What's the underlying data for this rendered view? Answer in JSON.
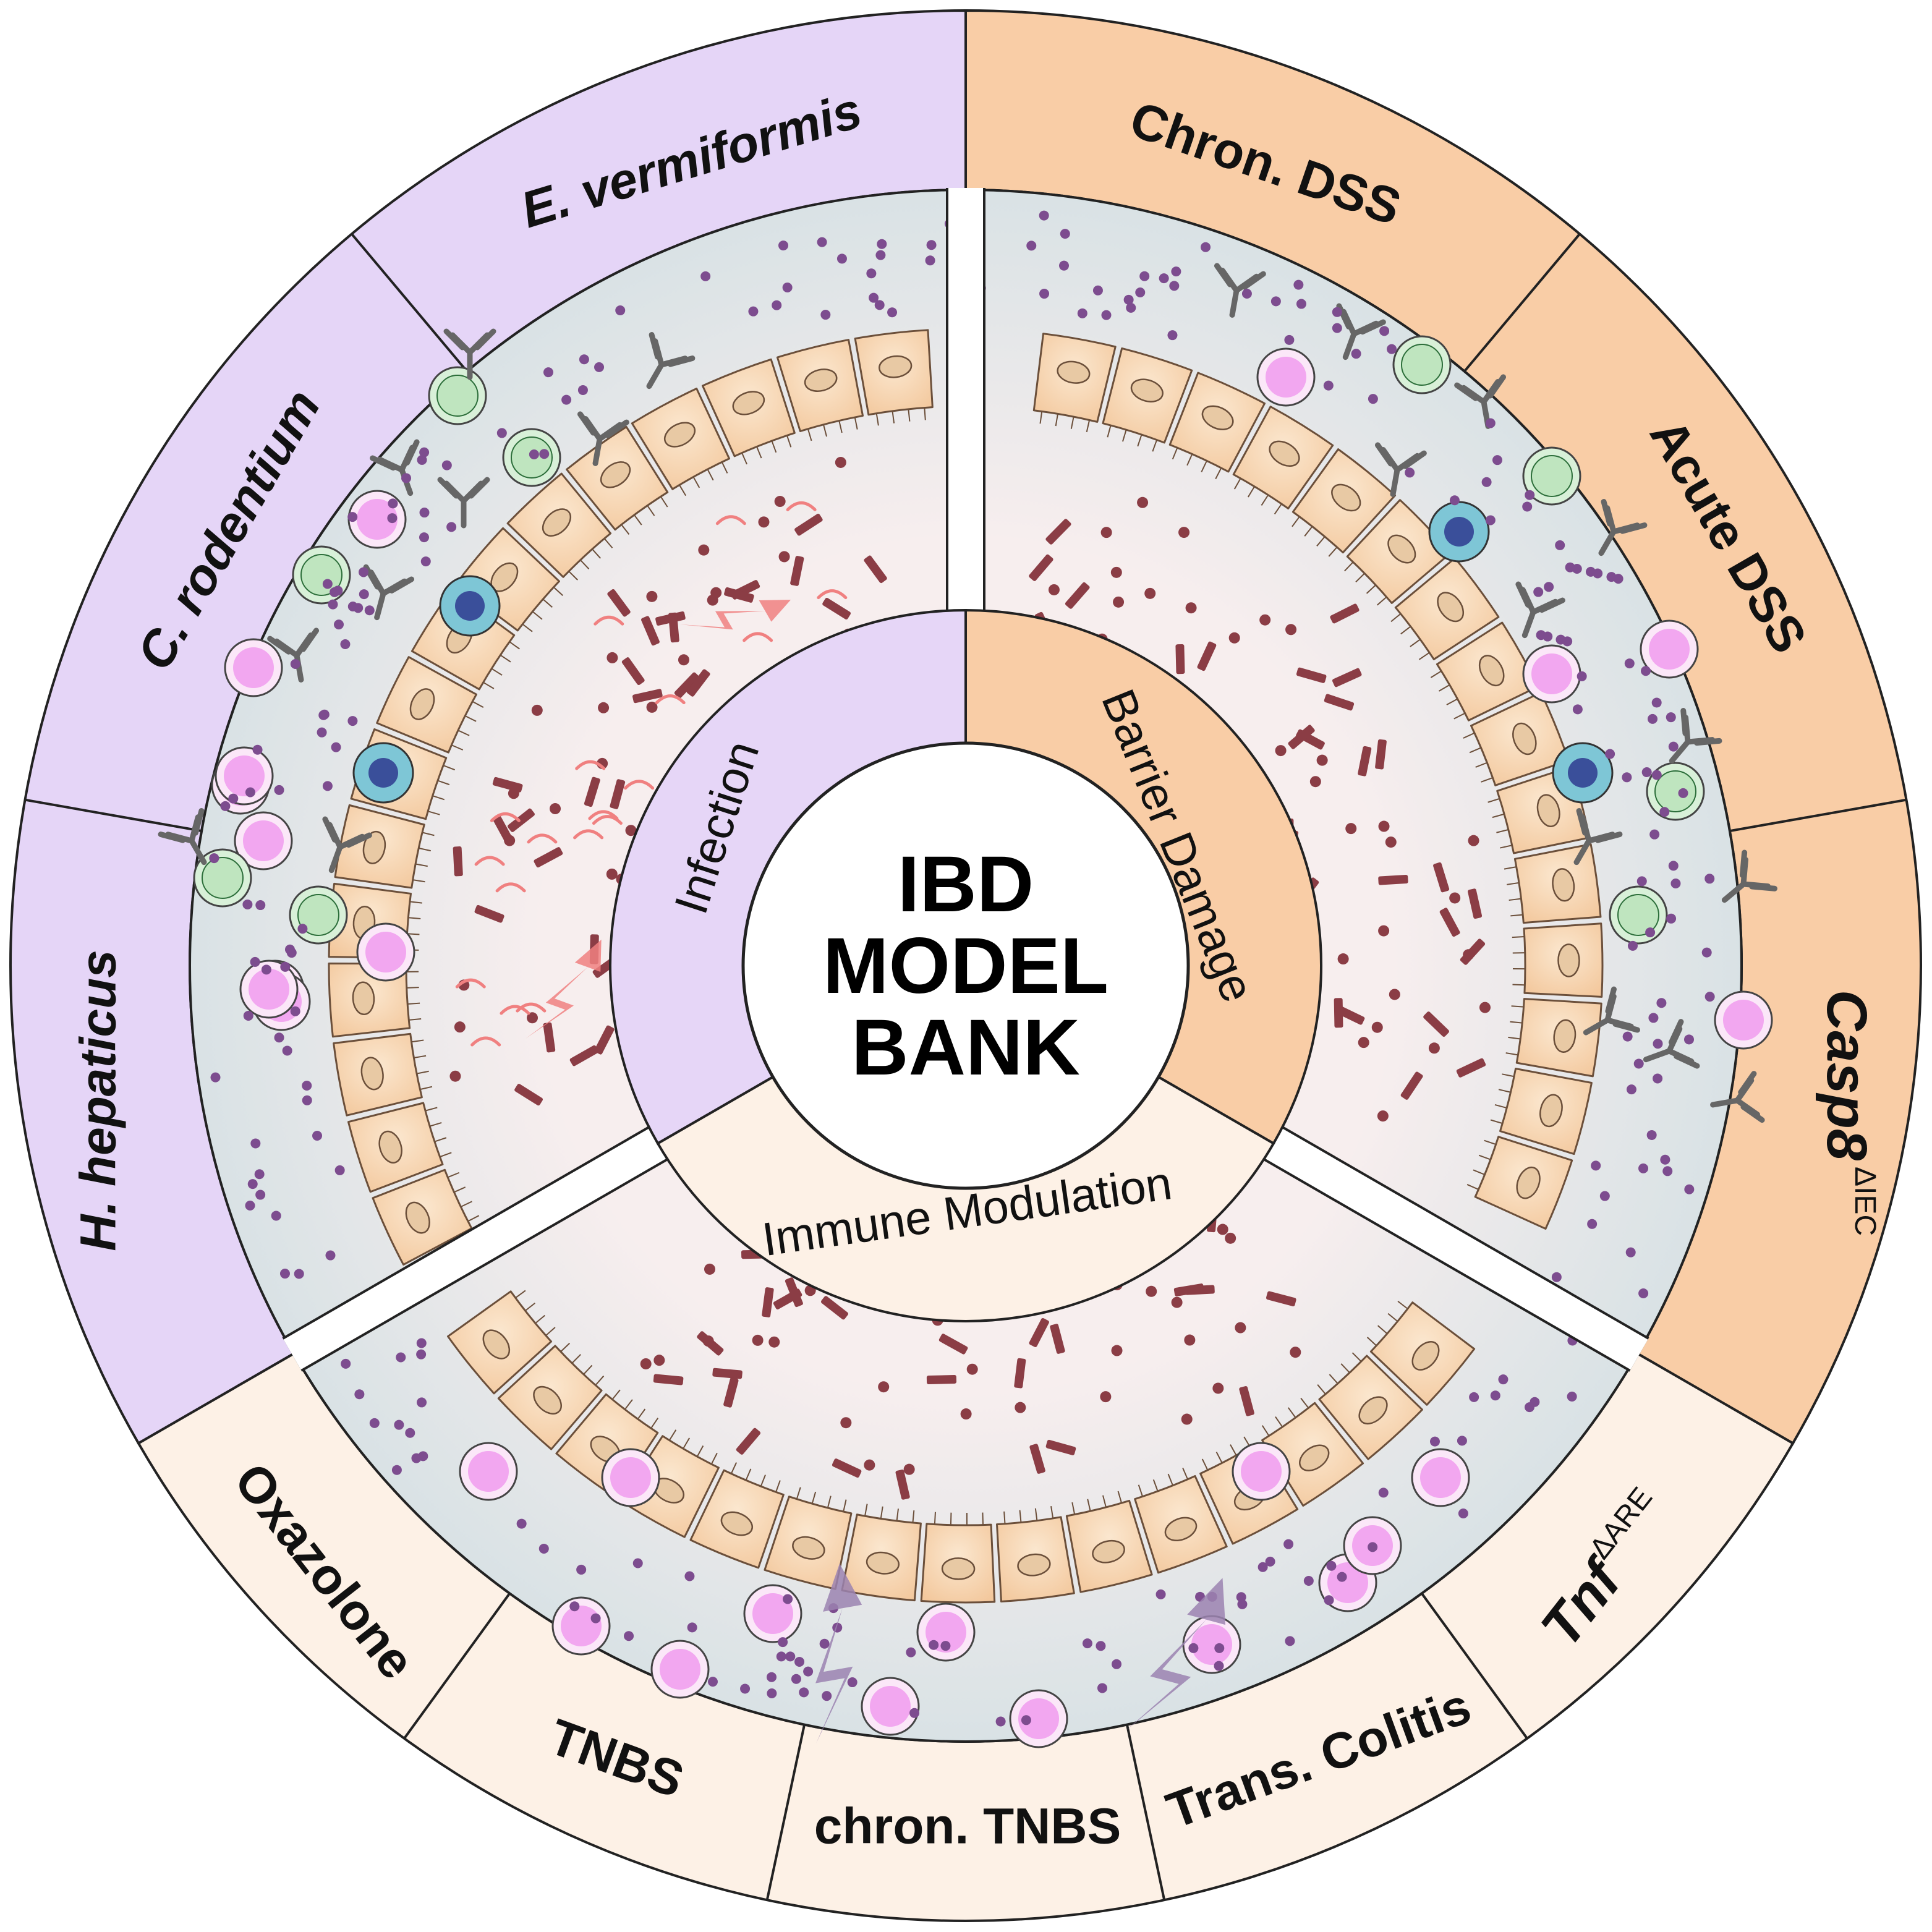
{
  "center": {
    "lines": [
      "IBD",
      "MODEL",
      "BANK"
    ]
  },
  "categories": [
    {
      "key": "infection",
      "label": "Infection",
      "color": "#e6d6f7",
      "outer_color": "#e5d5f7",
      "models": [
        {
          "label": "H. hepaticus",
          "italic": true
        },
        {
          "label": "C. rodentium",
          "italic": true
        },
        {
          "label": "E. vermiformis",
          "italic": true
        }
      ]
    },
    {
      "key": "barrier",
      "label": "Barrier Damage",
      "color": "#f9cda6",
      "outer_color": "#f9cda6",
      "models": [
        {
          "label": "Chron. DSS",
          "italic": false
        },
        {
          "label": "Acute DSS",
          "italic": false
        },
        {
          "label": "Casp8",
          "sup": "ΔIEC",
          "italic": true
        }
      ]
    },
    {
      "key": "immune",
      "label": "Immune Modulation",
      "color": "#fdf1e6",
      "outer_color": "#fdf1e6",
      "models": [
        {
          "label": "Tnf",
          "sup": "ΔARE",
          "italic": true
        },
        {
          "label": "Trans. Colitis",
          "italic": false
        },
        {
          "label": "chron. TNBS",
          "italic": false
        },
        {
          "label": "TNBS",
          "italic": false
        },
        {
          "label": "Oxazolone",
          "italic": false
        }
      ]
    }
  ],
  "colors": {
    "tissue": "#dde4e6",
    "lumen": "#f6ece9",
    "cell_fill": "#f8dcbb",
    "cell_stroke": "#6b4f3a",
    "nucleus": "#e8c9a4",
    "bacteria": "#8b3d45",
    "cytokine": "#7d4c8f",
    "plasma_cell": "#f2a7f0",
    "t_cell": "#bfe5bf",
    "dendritic": "#7ec6d6",
    "antibody": "#666666",
    "infection_arrow": "#f08080",
    "immune_arrow": "#9b82b0"
  }
}
